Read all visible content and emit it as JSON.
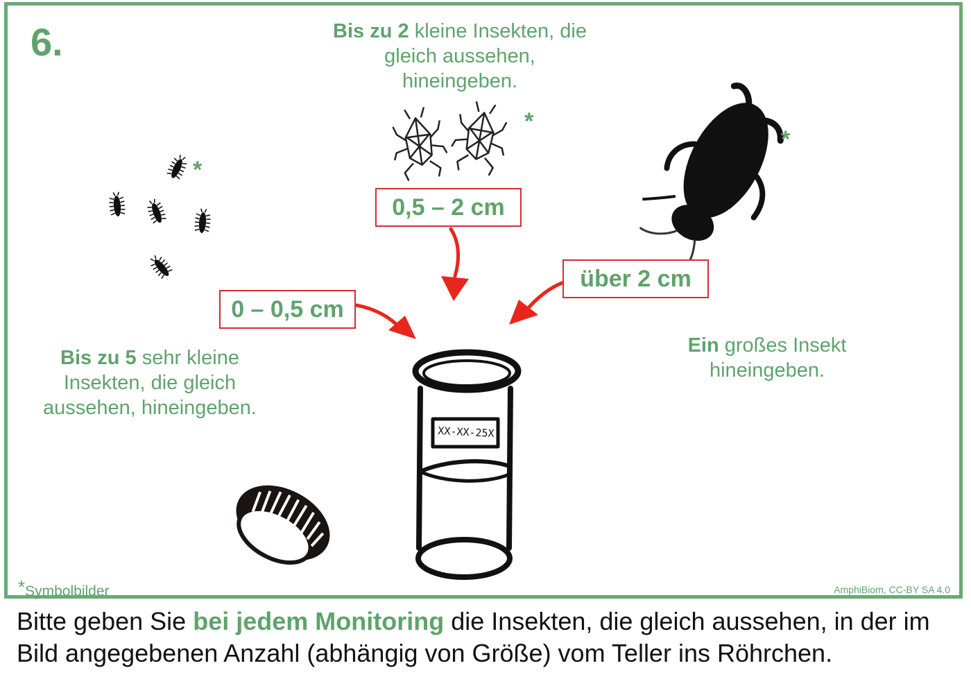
{
  "step_number": "6.",
  "groups": {
    "small": {
      "bold_1": "Bis zu",
      "count": "5",
      "text_1": "sehr kleine",
      "text_2": "Insekten, die gleich",
      "text_3": "aussehen, hineingeben.",
      "size_label": "0 – 0,5 cm"
    },
    "medium": {
      "bold_1": "Bis zu",
      "count": "2",
      "text_1": "kleine Insekten, die",
      "text_2": "gleich aussehen,",
      "text_3": "hineingeben.",
      "size_label": "0,5 – 2 cm"
    },
    "large": {
      "bold_1": "Ein",
      "text_1": "großes Insekt",
      "text_2": "hineingeben.",
      "size_label": "über 2 cm"
    }
  },
  "asterisk": "*",
  "tube_label": "XX-XX-25X",
  "footnote": "Symbolbilder",
  "credit": "AmphiBiom, CC-BY SA 4.0",
  "instruction": {
    "part_1": "Bitte geben Sie",
    "highlight": "bei jedem Monitoring",
    "part_2": "die Insekten, die gleich aussehen, in der im Bild angegebenen Anzahl (abhängig von Größe) vom Teller ins Röhrchen."
  },
  "colors": {
    "green": "#5fa36c",
    "frame_green": "#6aa874",
    "arrow_red": "#e8261c",
    "box_border_red": "#d62b35"
  }
}
